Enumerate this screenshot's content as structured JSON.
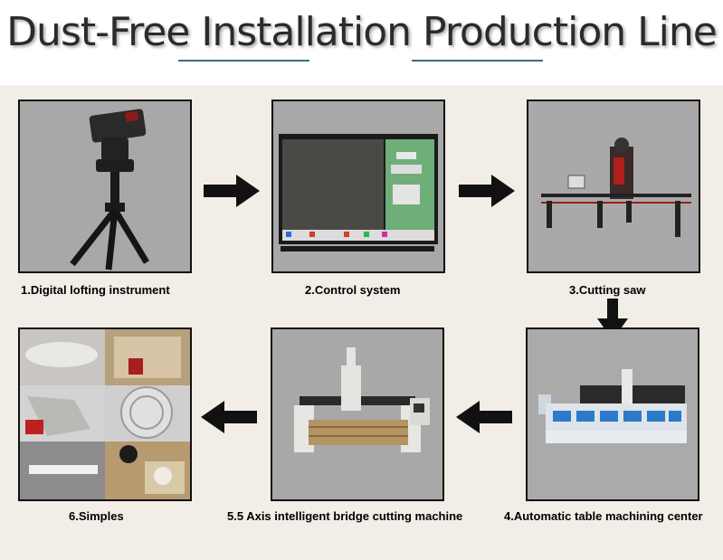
{
  "header": {
    "title": "Dust-Free Installation Production Line"
  },
  "steps": [
    {
      "caption": "1.Digital lofting instrument"
    },
    {
      "caption": "2.Control system"
    },
    {
      "caption": "3.Cutting saw"
    },
    {
      "caption": "4.Automatic table machining center"
    },
    {
      "caption": "5.5 Axis intelligent bridge cutting machine"
    },
    {
      "caption": "6.Simples"
    }
  ],
  "colors": {
    "background": "#f2ede6",
    "frame": "#111111",
    "arrow": "#111111",
    "underline": "#3a6f7a"
  }
}
